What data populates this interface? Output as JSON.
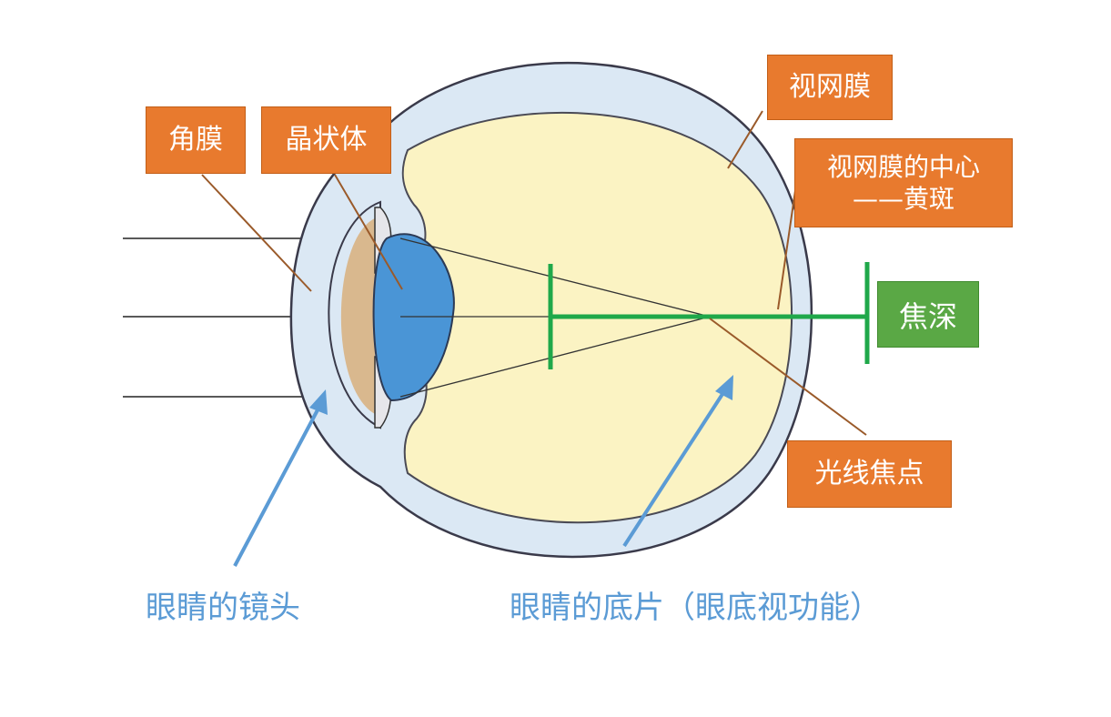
{
  "labels": {
    "cornea": "角膜",
    "lens": "晶状体",
    "retina": "视网膜",
    "macula_line1": "视网膜的中心",
    "macula_line2": "——黄斑",
    "focal_point": "光线焦点",
    "depth_of_focus": "焦深"
  },
  "captions": {
    "eye_lens": "眼睛的镜头",
    "eye_film": "眼睛的底片（眼底视功能）"
  },
  "colors": {
    "label_box": "#e87a2e",
    "focus_box": "#5aa845",
    "caption_text": "#5b9bd5",
    "vitreous": "#fbf3c3",
    "lens_blue": "#4a95d6",
    "sclera": "#dbe8f4"
  }
}
